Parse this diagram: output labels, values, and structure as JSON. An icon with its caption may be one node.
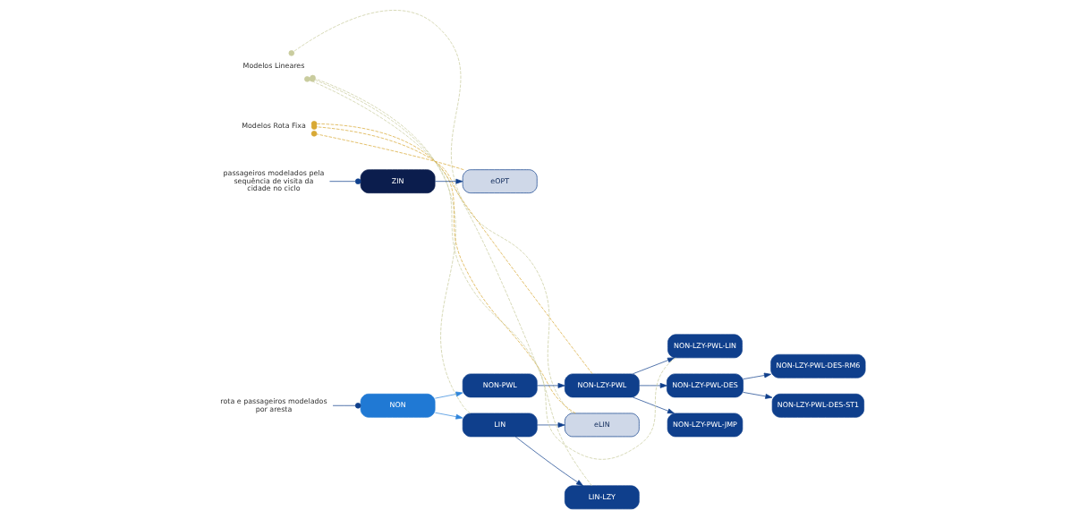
{
  "diagram": {
    "nodes": [
      {
        "text": [
          "NON"
        ]
      },
      {
        "text": [
          "LIN"
        ]
      },
      {
        "text": [
          "LIN-LZY"
        ]
      },
      {
        "text": [
          "eLIN"
        ]
      },
      {
        "text": [
          "NON-PWL"
        ]
      },
      {
        "text": [
          "NON-LZY-PWL"
        ]
      },
      {
        "text": [
          "NON-LZY-PWL-LIN"
        ]
      },
      {
        "text": [
          "NON-LZY-PWL-DES"
        ]
      },
      {
        "text": [
          "NON-LZY-PWL-JMP"
        ]
      },
      {
        "text": [
          "NON-LZY-PWL-DES-RM6"
        ]
      },
      {
        "text": [
          "NON-LZY-PWL-DES-ST1"
        ]
      },
      {
        "text": [
          "ZIN"
        ]
      },
      {
        "text": [
          "eOPT"
        ]
      },
      {
        "text": [
          "rota e passageiros modelados por aresta"
        ]
      },
      {
        "text": [
          "passageiros modelados pela sequência de visita da cidade no ciclo"
        ]
      },
      {
        "text": [
          "Modelos Lineares"
        ]
      },
      {
        "text": [
          "Modelos Rota Fixa"
        ]
      }
    ],
    "edges": [
      {
        "from": 0,
        "to": 1,
        "arrow": "to",
        "color": "#2f86dc"
      },
      {
        "from": 0,
        "to": 4,
        "arrow": "to",
        "color": "#2f86dc"
      },
      {
        "from": 1,
        "to": 2,
        "arrow": "to"
      },
      {
        "from": 1,
        "to": 3,
        "arrow": "to"
      },
      {
        "from": 4,
        "to": 5,
        "arrow": "to"
      },
      {
        "from": 5,
        "to": 6,
        "arrow": "to"
      },
      {
        "from": 5,
        "to": 7,
        "arrow": "to"
      },
      {
        "from": 5,
        "to": 8,
        "arrow": "to"
      },
      {
        "from": 7,
        "to": 9,
        "arrow": "to"
      },
      {
        "from": 7,
        "to": 10,
        "arrow": "to"
      },
      {
        "from": 11,
        "to": 12,
        "arrow": "to"
      },
      {
        "from": 13,
        "to": 0,
        "arrow": "other"
      },
      {
        "from": 14,
        "to": 11,
        "arrow": "other"
      },
      {
        "from": 1,
        "to": 15,
        "arrow": "other",
        "style": "dashed",
        "color": "#c9cc9e"
      },
      {
        "from": 2,
        "to": 15,
        "arrow": "other",
        "style": "dashed",
        "color": "#c9cc9e"
      },
      {
        "from": 3,
        "to": 15,
        "arrow": "other",
        "style": "dashed",
        "color": "#c9cc9e"
      },
      {
        "from": 6,
        "to": 15,
        "arrow": "other",
        "style": "dashed",
        "color": "#c9cc9e"
      },
      {
        "from": 3,
        "to": 16,
        "arrow": "other",
        "style": "dashed",
        "color": "#d8a935"
      },
      {
        "from": 5,
        "to": 16,
        "arrow": "other",
        "style": "dashed",
        "color": "#d8a935"
      },
      {
        "from": 12,
        "to": 16,
        "arrow": "other",
        "style": "dashed",
        "color": "#d8a935"
      }
    ]
  }
}
